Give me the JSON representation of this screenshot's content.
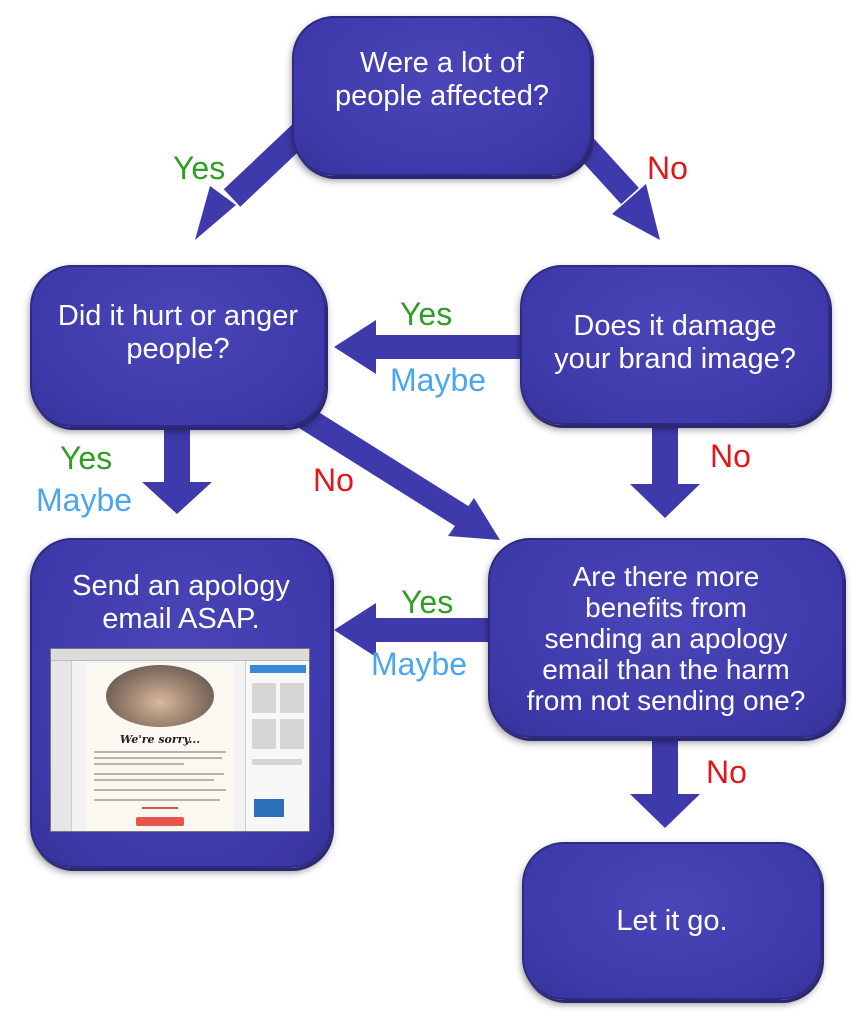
{
  "nodes": {
    "q_affected": [
      "Were a lot of",
      "people affected?"
    ],
    "q_hurt": [
      "Did it hurt or anger",
      "people?"
    ],
    "q_brand": [
      "Does it damage",
      "your brand image?"
    ],
    "q_benefits": [
      "Are there more",
      "benefits from",
      "sending an apology",
      "email than the harm",
      "from not sending one?"
    ],
    "a_send": [
      "Send an apology",
      "email ASAP."
    ],
    "a_letgo": [
      "Let it go."
    ]
  },
  "screenshot": {
    "heading": "We're sorry..."
  },
  "labels": {
    "yes": "Yes",
    "no": "No",
    "maybe": "Maybe"
  },
  "colors": {
    "node_fill": "#3f3aab",
    "arrow": "#3f3aab",
    "yes": "#2f9e24",
    "no": "#e0181c",
    "maybe": "#4aa6ee"
  }
}
